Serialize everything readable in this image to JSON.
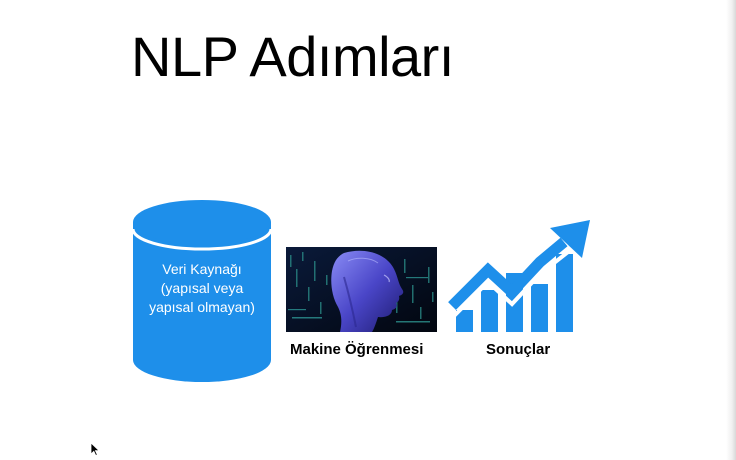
{
  "slide": {
    "title": "NLP Adımları",
    "data_source": {
      "line1": "Veri Kaynağı",
      "line2": "(yapısal veya",
      "line3": "yapısal olmayan)"
    },
    "machine_learning": {
      "caption": "Makine Öğrenmesi",
      "image_icon": "ai-head-icon"
    },
    "results": {
      "caption": "Sonuçlar",
      "icon": "growth-chart-icon"
    }
  },
  "colors": {
    "accent_blue": "#1E8FEA",
    "text": "#000000",
    "background": "#FFFFFF"
  }
}
